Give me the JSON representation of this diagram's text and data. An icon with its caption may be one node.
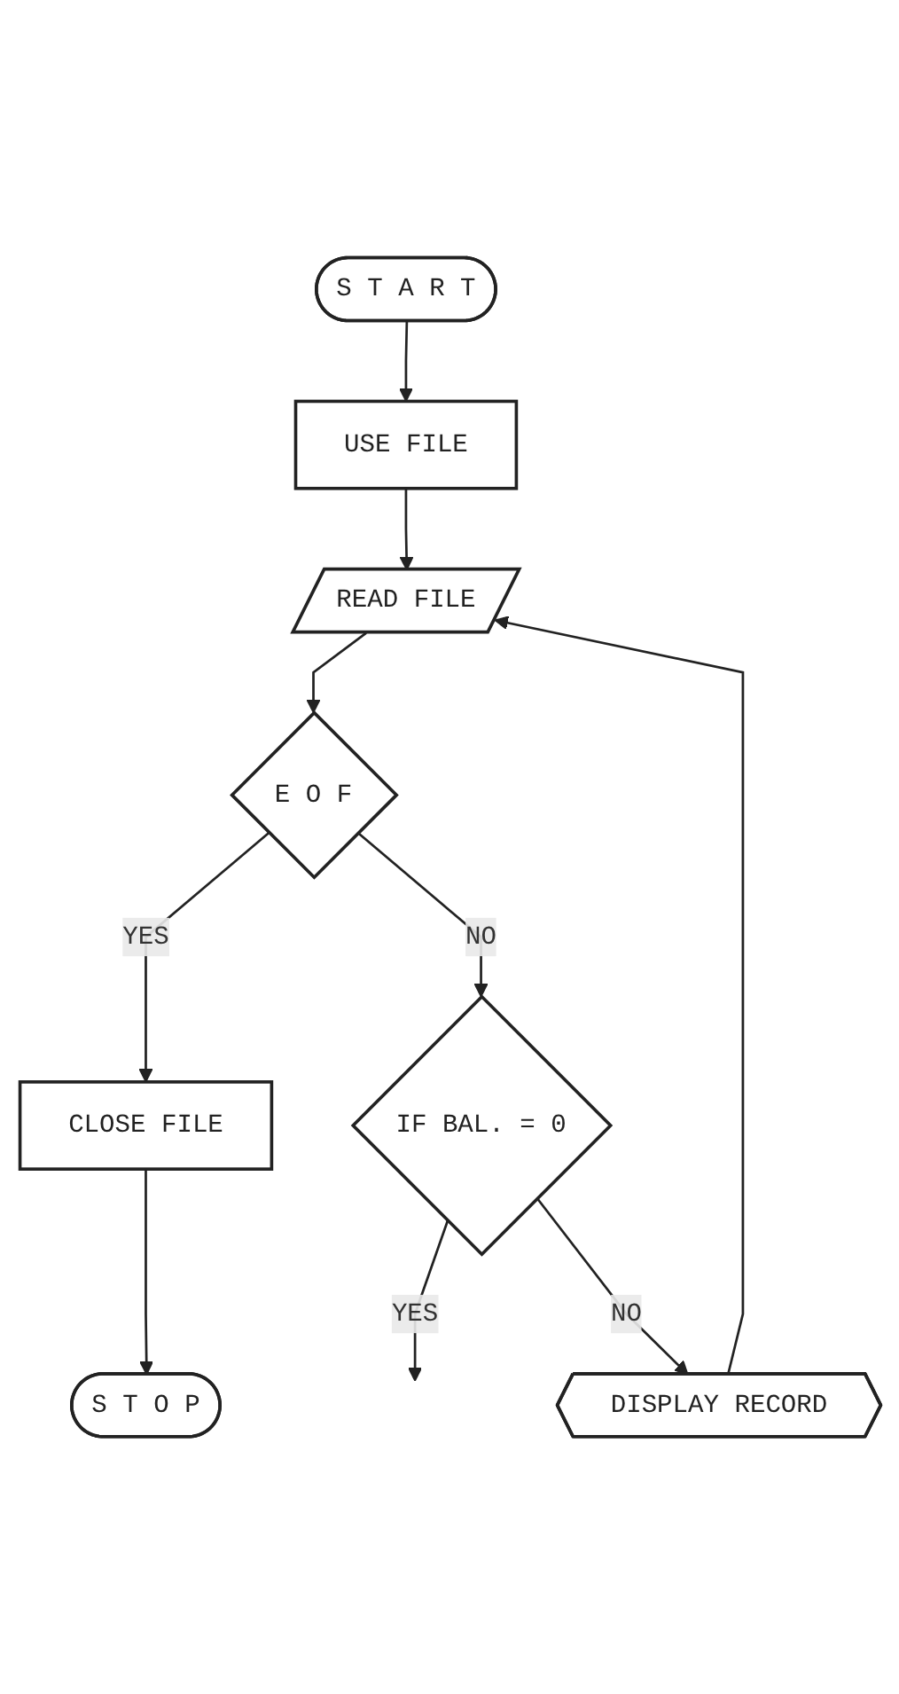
{
  "diagram": {
    "nodes": [
      {
        "text": [
          "S T A R T"
        ]
      },
      {
        "text": [
          "USE FILE"
        ]
      },
      {
        "text": [
          "READ FILE"
        ]
      },
      {
        "text": [
          "E O F"
        ]
      },
      {
        "text": [
          "CLOSE FILE"
        ]
      },
      {
        "text": [
          "S T O P"
        ]
      },
      {
        "text": [
          "IF BAL. = 0"
        ]
      },
      {
        "text": [
          "DISPLAY RECORD"
        ]
      }
    ],
    "edges": [
      {
        "from": 0,
        "to": 1,
        "arrow": "to"
      },
      {
        "from": 1,
        "to": 2,
        "arrow": "to"
      },
      {
        "from": 2,
        "to": 3,
        "arrow": "to"
      },
      {
        "from": 3,
        "to": 4,
        "arrow": "to",
        "label": "YES"
      },
      {
        "from": 4,
        "to": 5,
        "arrow": "to"
      },
      {
        "from": 3,
        "to": 6,
        "arrow": "to",
        "label": "NO"
      },
      {
        "from": 6,
        "to": null,
        "arrow": "to",
        "label": "YES"
      },
      {
        "from": 6,
        "to": 7,
        "arrow": "to",
        "label": "NO"
      },
      {
        "from": 7,
        "to": 2,
        "arrow": "to"
      }
    ]
  }
}
